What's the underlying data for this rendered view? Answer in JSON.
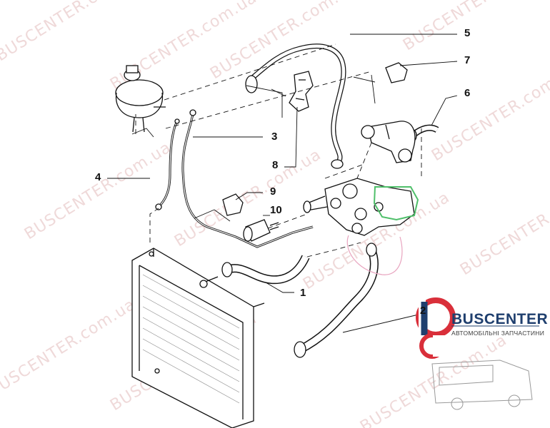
{
  "watermark": {
    "text": "BUSCENTER.com.ua",
    "color": "#d08a8a"
  },
  "callouts": [
    "1",
    "2",
    "3",
    "4",
    "5",
    "6",
    "7",
    "8",
    "9",
    "10"
  ],
  "logo": {
    "brand": "BUSCENTER",
    "subtitle": "АВТОМОБІЛЬНІ ЗАПЧАСТИНИ",
    "accent_red": "#d92f3a",
    "accent_blue": "#1f3f6e"
  },
  "highlight_color": "#4fbf6a"
}
